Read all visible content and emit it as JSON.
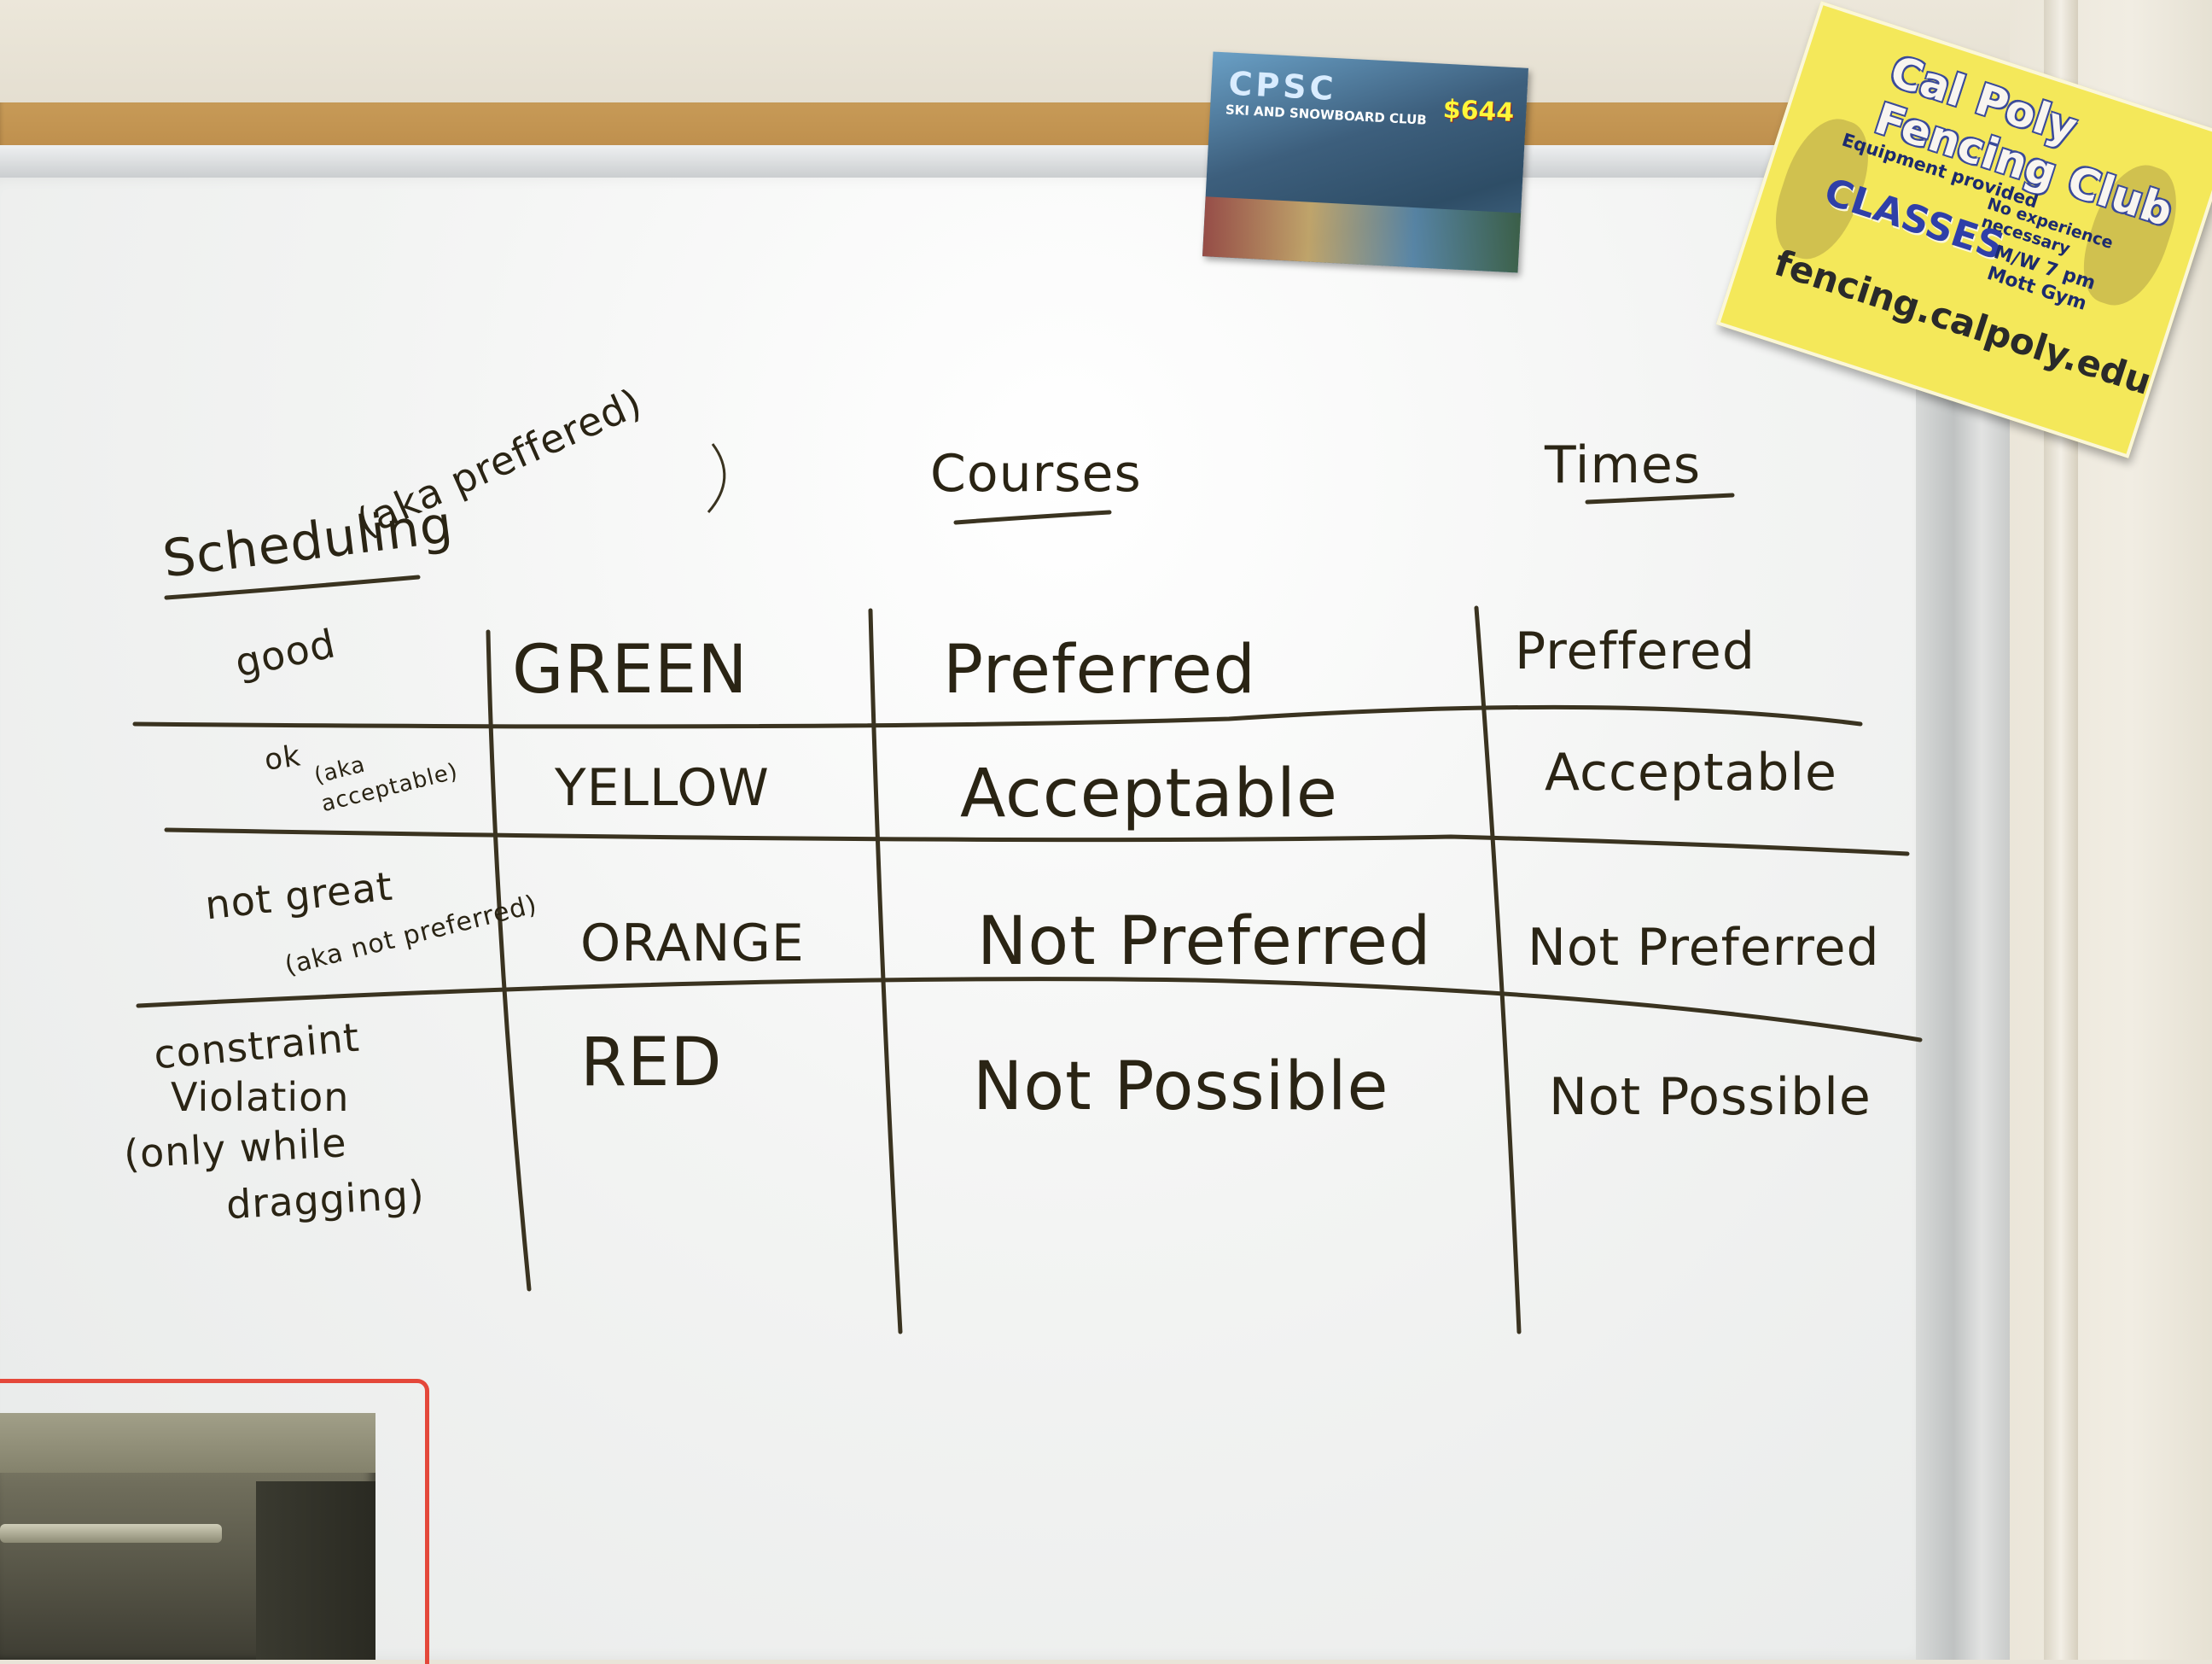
{
  "whiteboard": {
    "headers": {
      "scheduling": "Scheduling",
      "courses": "Courses",
      "times": "Times"
    },
    "row_labels": {
      "good_main": "good",
      "good_aka": "(aka preffered)",
      "ok_main": "ok",
      "ok_aka": "(aka acceptable)",
      "notgreat_main": "not great",
      "notgreat_aka": "(aka not preferred)",
      "constraint_1": "constraint",
      "constraint_2": "Violation",
      "constraint_3": "(only while",
      "constraint_4": "dragging)"
    },
    "colors": [
      "GREEN",
      "YELLOW",
      "ORANGE",
      "RED"
    ],
    "courses": [
      "Preferred",
      "Acceptable",
      "Not Preferred",
      "Not Possible"
    ],
    "times": [
      "Preffered",
      "Acceptable",
      "Not Preferred",
      "Not Possible"
    ]
  },
  "ski_flyer": {
    "logo": "CPSC",
    "club": "SKI AND SNOWBOARD CLUB",
    "price": "$644"
  },
  "fencing_poster": {
    "title": "Cal Poly Fencing Club",
    "equipment": "Equipment provided",
    "no_experience": "No experience necessary",
    "classes": "CLASSES",
    "schedule": "M/W 7 pm",
    "location": "Mott Gym",
    "url": "fencing.calpoly.edu"
  },
  "colors": {
    "marker": "#2a2414",
    "board": "#f3f4f3",
    "cork": "#c79a57",
    "poster": "#f4e85a",
    "tape": "#e4483a"
  }
}
